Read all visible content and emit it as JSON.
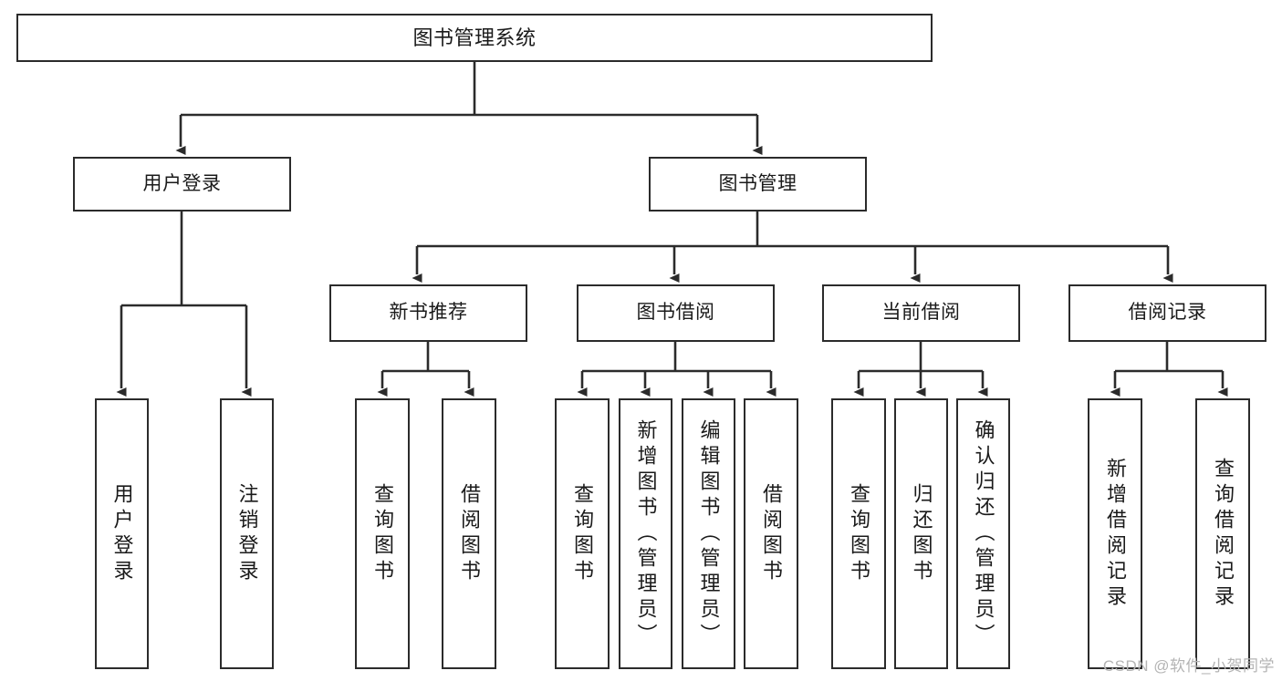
{
  "diagram": {
    "title": "图书管理系统",
    "type": "tree",
    "orientation": "top-down",
    "line_color": "#2b2b2b",
    "box_fill": "#ffffff",
    "text_color": "#1a1a1a",
    "watermark": "CSDN @软件_小贺同学",
    "watermark_color": "#b4b4b4"
  },
  "nodes": {
    "root": {
      "label": "图书管理系统",
      "level": 1
    },
    "level2": [
      {
        "label": "用户登录"
      },
      {
        "label": "图书管理"
      }
    ],
    "level3": [
      {
        "label": "新书推荐"
      },
      {
        "label": "图书借阅"
      },
      {
        "label": "当前借阅"
      },
      {
        "label": "借阅记录"
      }
    ],
    "leaves": {
      "user_login": [
        {
          "label": "用户登录"
        },
        {
          "label": "注销登录"
        }
      ],
      "new_book_recommend": [
        {
          "label": "查询图书"
        },
        {
          "label": "借阅图书"
        }
      ],
      "book_borrow": [
        {
          "label": "查询图书"
        },
        {
          "label": "新增图书（管理员）"
        },
        {
          "label": "编辑图书（管理员）"
        },
        {
          "label": "借阅图书"
        }
      ],
      "current_borrow": [
        {
          "label": "查询图书"
        },
        {
          "label": "归还图书"
        },
        {
          "label": "确认归还（管理员）"
        }
      ],
      "borrow_record": [
        {
          "label": "新增借阅记录"
        },
        {
          "label": "查询借阅记录"
        }
      ]
    }
  }
}
